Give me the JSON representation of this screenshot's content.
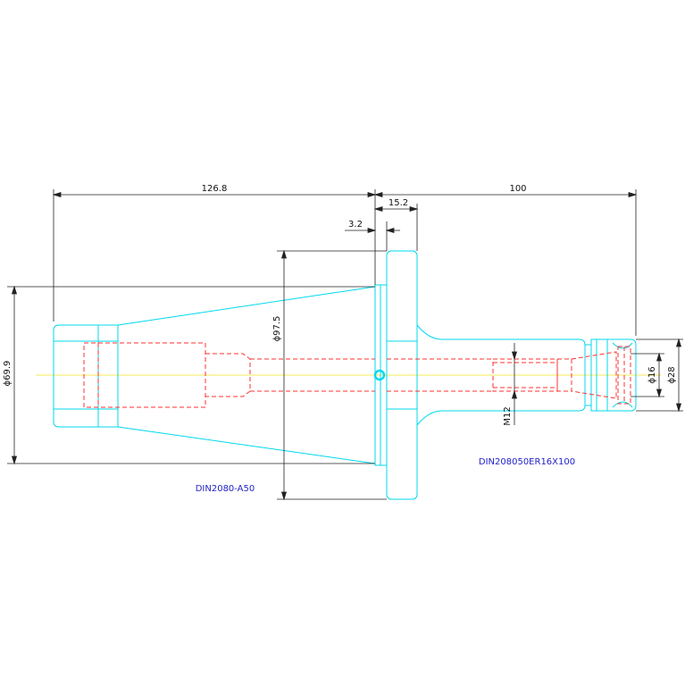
{
  "colors": {
    "background": "#ffffff",
    "part_outline": "#00d8ee",
    "hidden_lines": "#ff3030",
    "center_line": "#f0e020",
    "dimension": "#222222",
    "label_text": "#2222cc"
  },
  "dimensions": {
    "overall_left": "126.8",
    "overall_right": "100",
    "flange_width": "15.2",
    "step": "3.2",
    "diameter_large": "ϕ97.5",
    "diameter_taper": "ϕ69.9",
    "diameter_nut": "ϕ28",
    "diameter_collet": "ϕ16",
    "thread": "M12"
  },
  "labels": {
    "left_part": "DIN2080-A50",
    "right_part": "DIN208050ER16X100"
  }
}
